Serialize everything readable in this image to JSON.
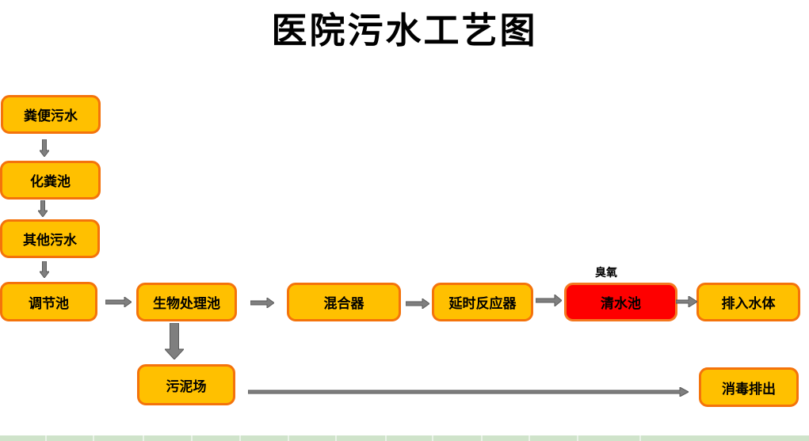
{
  "title": "医院污水工艺图",
  "nodes": [
    {
      "id": "fecal-sewage",
      "label": "粪便污水",
      "variant": "orange"
    },
    {
      "id": "septic-tank",
      "label": "化粪池",
      "variant": "orange"
    },
    {
      "id": "other-sewage",
      "label": "其他污水",
      "variant": "orange"
    },
    {
      "id": "regulating-tank",
      "label": "调节池",
      "variant": "orange"
    },
    {
      "id": "bio-treatment-tank",
      "label": "生物处理池",
      "variant": "orange"
    },
    {
      "id": "mixer",
      "label": "混合器",
      "variant": "orange"
    },
    {
      "id": "delay-reactor",
      "label": "延时反应器",
      "variant": "orange"
    },
    {
      "id": "clear-water-tank",
      "label": "清水池",
      "variant": "red"
    },
    {
      "id": "discharge-to-water",
      "label": "排入水体",
      "variant": "orange"
    },
    {
      "id": "sludge-yard",
      "label": "污泥场",
      "variant": "orange"
    },
    {
      "id": "disinfect-discharge",
      "label": "消毒排出",
      "variant": "orange"
    }
  ],
  "edges": [
    {
      "from": "fecal-sewage",
      "to": "septic-tank"
    },
    {
      "from": "septic-tank",
      "to": "other-sewage"
    },
    {
      "from": "other-sewage",
      "to": "regulating-tank"
    },
    {
      "from": "regulating-tank",
      "to": "bio-treatment-tank"
    },
    {
      "from": "bio-treatment-tank",
      "to": "mixer"
    },
    {
      "from": "mixer",
      "to": "delay-reactor"
    },
    {
      "from": "delay-reactor",
      "to": "clear-water-tank"
    },
    {
      "from": "clear-water-tank",
      "to": "discharge-to-water"
    },
    {
      "from": "bio-treatment-tank",
      "to": "sludge-yard"
    },
    {
      "from": "sludge-yard",
      "to": "disinfect-discharge"
    }
  ],
  "annotations": [
    {
      "id": "ozone",
      "label": "臭氧"
    }
  ],
  "colors": {
    "node_fill": "#ffc000",
    "node_border": "#f4730b",
    "highlight_fill": "#fe0000",
    "highlight_border": "#f4781f",
    "arrow_fill": "#7f7f7f",
    "arrow_outline": "#5a5a5a",
    "footer_strip": "#cfe3ca",
    "footer_divider": "#e9f2e7",
    "text": "#000000"
  }
}
